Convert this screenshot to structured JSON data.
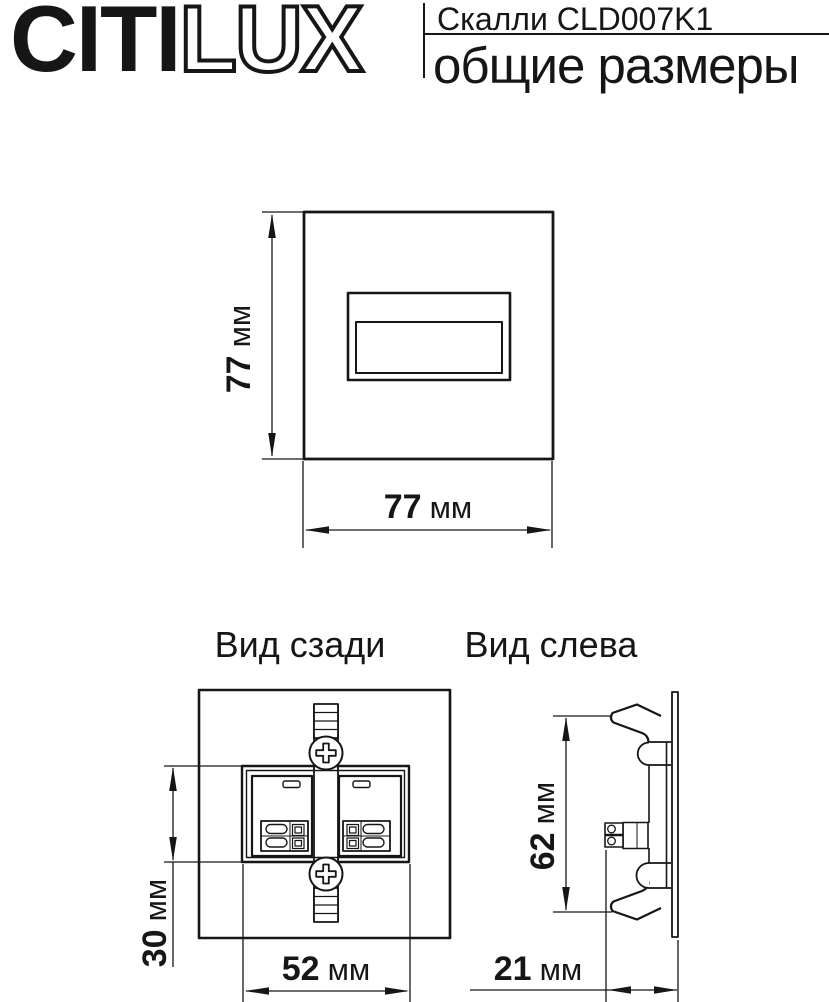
{
  "header": {
    "logo": {
      "citi": "CITI",
      "lux": "LUX"
    },
    "product_name": "Скалли CLD007K1",
    "subtitle": "общие размеры"
  },
  "front_view": {
    "height_dim": {
      "value": "77",
      "unit": "мм"
    },
    "width_dim": {
      "value": "77",
      "unit": "мм"
    }
  },
  "rear_view": {
    "label": "Вид сзади",
    "height_dim": {
      "value": "30",
      "unit": "мм"
    },
    "width_dim": {
      "value": "52",
      "unit": "мм"
    }
  },
  "left_view": {
    "label": "Вид слева",
    "height_dim": {
      "value": "62",
      "unit": "мм"
    },
    "width_dim": {
      "value": "21",
      "unit": "мм"
    }
  },
  "colors": {
    "line": "#161616",
    "background": "#ffffff"
  }
}
